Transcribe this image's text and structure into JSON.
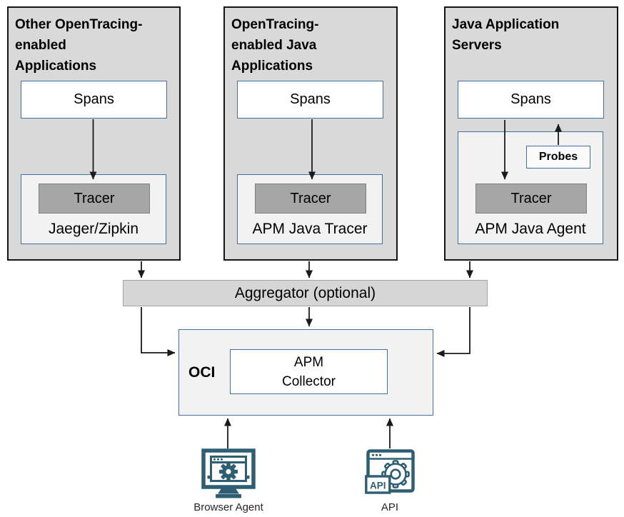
{
  "diagram": {
    "columns": [
      {
        "title": "Other OpenTracing-\nenabled\nApplications",
        "spans": "Spans",
        "tracer": "Tracer",
        "runtime": "Jaeger/Zipkin"
      },
      {
        "title": "OpenTracing-\nenabled Java\nApplications",
        "spans": "Spans",
        "tracer": "Tracer",
        "runtime": "APM Java Tracer"
      },
      {
        "title": "Java Application\nServers",
        "spans": "Spans",
        "tracer": "Tracer",
        "runtime": "APM Java Agent",
        "probes": "Probes"
      }
    ],
    "aggregator": "Aggregator (optional)",
    "oci": "OCI",
    "collector": "APM\nCollector",
    "browser_agent_caption": "Browser Agent",
    "api_caption": "API",
    "api_badge": "API",
    "colors": {
      "column_fill": "#d9d9d9",
      "panel_fill": "#f2f2f2",
      "blue_border": "#41719c",
      "tracer_fill": "#a6a6a6",
      "tracer_border": "#7f7f7f",
      "aggregator_fill": "#d6d6d6",
      "icon_teal": "#2d5e71",
      "arrow": "#1a1a1a"
    },
    "icons": {
      "browser_agent": "monitor-with-gear-icon",
      "api": "browser-window-gear-api-icon"
    }
  }
}
